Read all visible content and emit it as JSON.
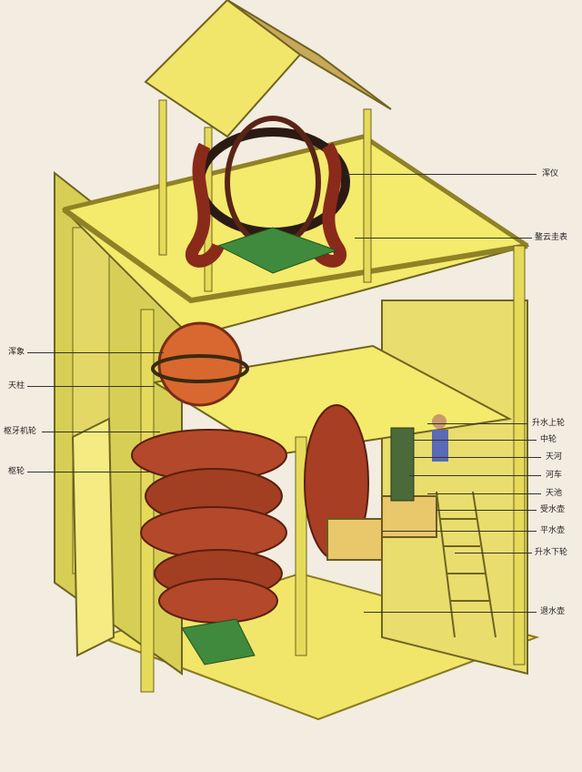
{
  "labels": {
    "armillary": "浑仪",
    "dragon_pillar": "鳌云圭表",
    "celestial_globe": "浑象",
    "sky_pillar": "天柱",
    "gear_wheel": "枢牙机轮",
    "pivot_wheel": "枢轮",
    "upper_lift_wheel": "升水上轮",
    "middle_wheel": "中轮",
    "river": "天河",
    "river_cart": "河车",
    "sky_pool": "天池",
    "receiving_tank": "受水壶",
    "level_tank": "平水壶",
    "lower_lift_wheel": "升水下轮",
    "drain_tank": "退水壶"
  },
  "colors": {
    "background": "#f3ece0",
    "wood_yellow": "#f1e66a",
    "wood_dark": "#b9a63a",
    "wheel_red": "#b4482a",
    "globe_orange": "#d8682f",
    "dragon_red": "#8a2a1a",
    "green_base": "#3f8a3c"
  }
}
